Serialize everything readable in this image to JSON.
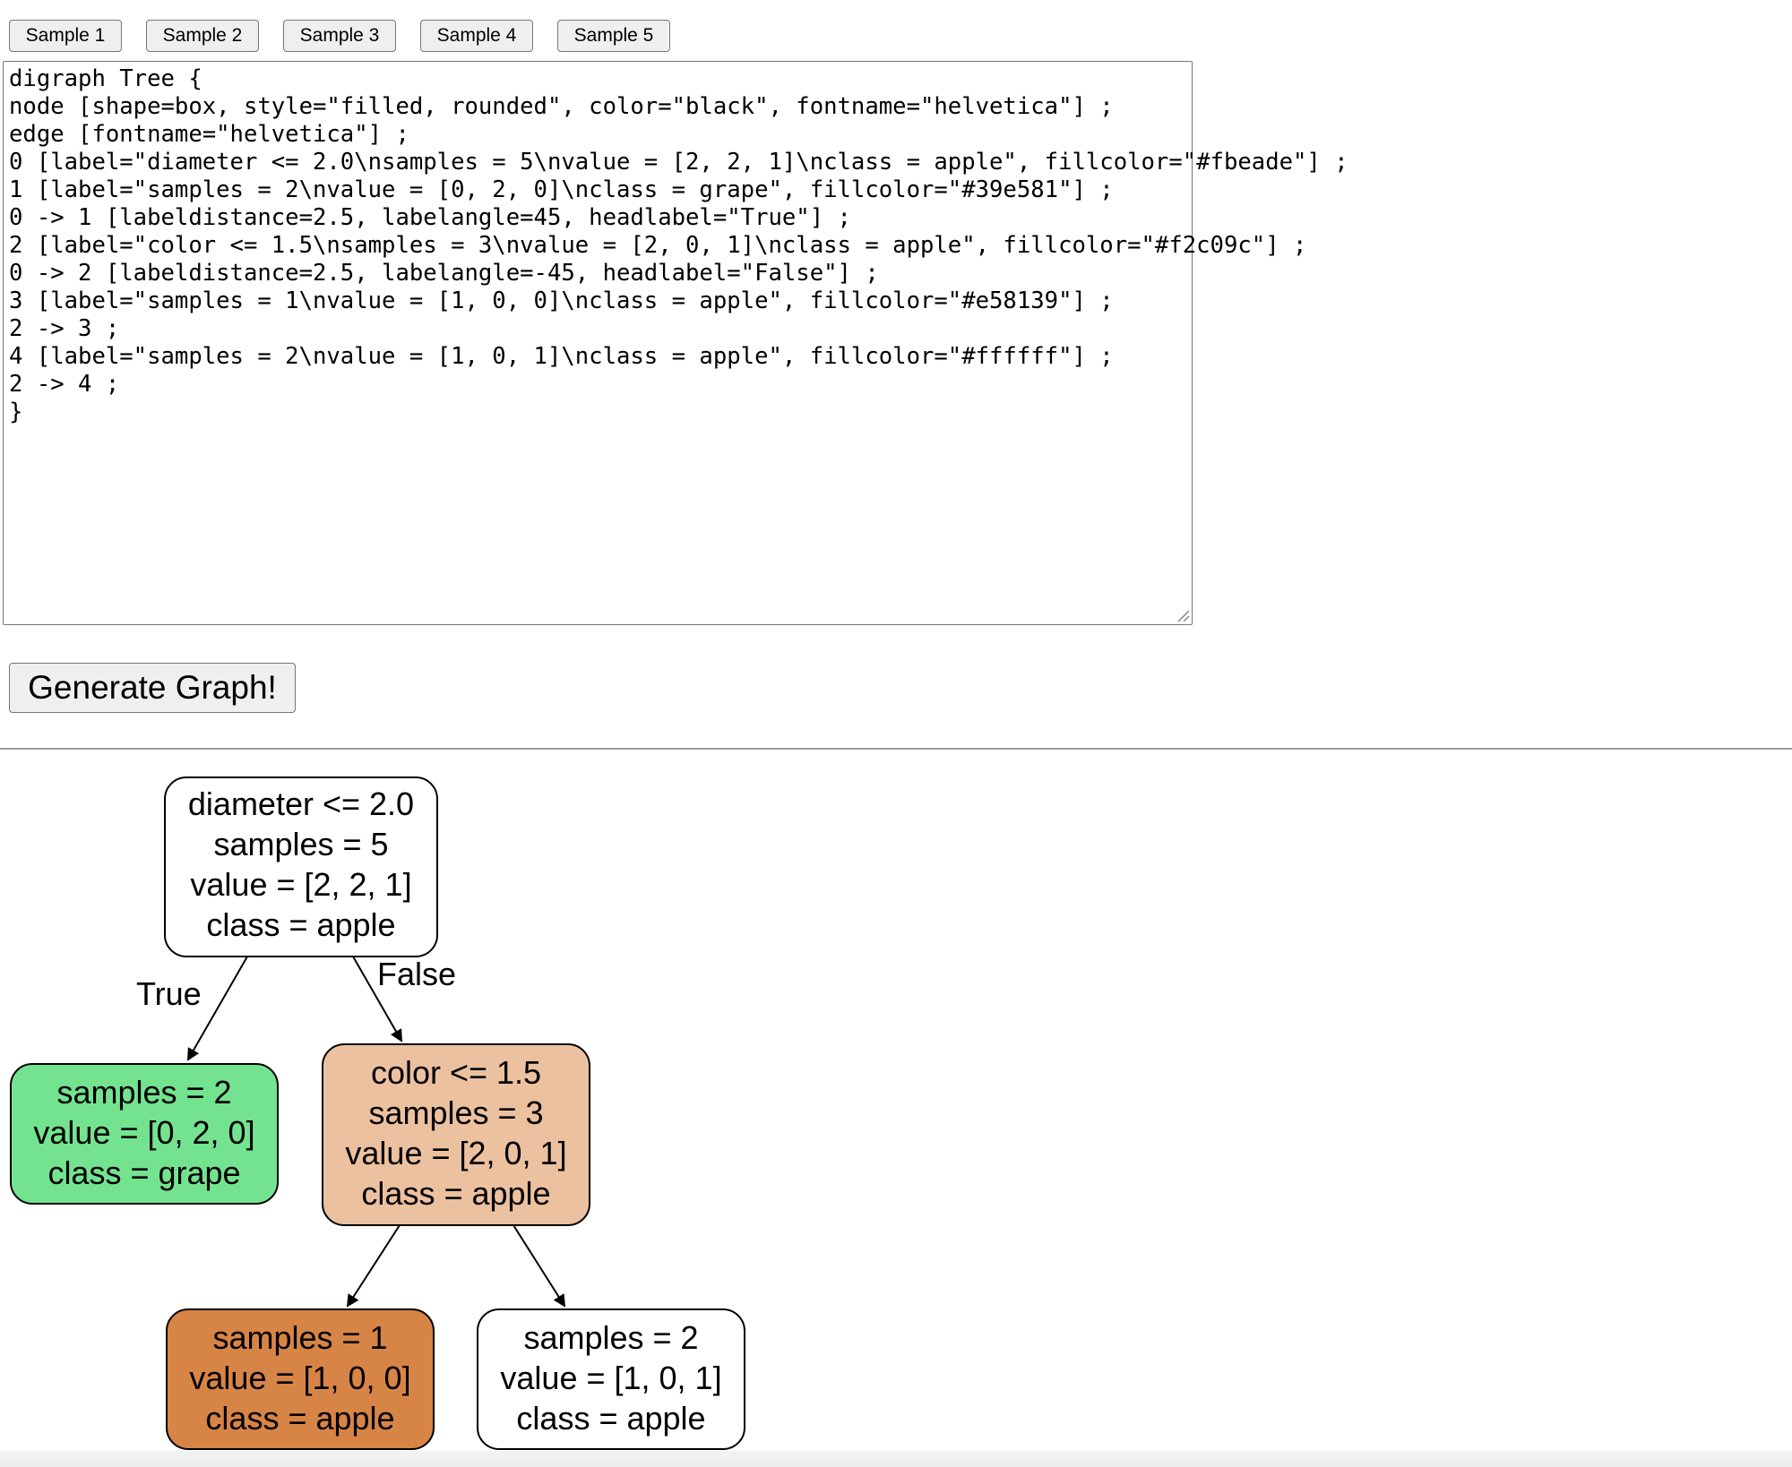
{
  "samples": [
    {
      "label": "Sample 1"
    },
    {
      "label": "Sample 2"
    },
    {
      "label": "Sample 3"
    },
    {
      "label": "Sample 4"
    },
    {
      "label": "Sample 5"
    }
  ],
  "editor": {
    "code": "digraph Tree {\nnode [shape=box, style=\"filled, rounded\", color=\"black\", fontname=\"helvetica\"] ;\nedge [fontname=\"helvetica\"] ;\n0 [label=\"diameter <= 2.0\\nsamples = 5\\nvalue = [2, 2, 1]\\nclass = apple\", fillcolor=\"#fbeade\"] ;\n1 [label=\"samples = 2\\nvalue = [0, 2, 0]\\nclass = grape\", fillcolor=\"#39e581\"] ;\n0 -> 1 [labeldistance=2.5, labelangle=45, headlabel=\"True\"] ;\n2 [label=\"color <= 1.5\\nsamples = 3\\nvalue = [2, 0, 1]\\nclass = apple\", fillcolor=\"#f2c09c\"] ;\n0 -> 2 [labeldistance=2.5, labelangle=-45, headlabel=\"False\"] ;\n3 [label=\"samples = 1\\nvalue = [1, 0, 0]\\nclass = apple\", fillcolor=\"#e58139\"] ;\n2 -> 3 ;\n4 [label=\"samples = 2\\nvalue = [1, 0, 1]\\nclass = apple\", fillcolor=\"#ffffff\"] ;\n2 -> 4 ;\n}"
  },
  "generate_label": "Generate Graph!",
  "graph": {
    "nodes": [
      {
        "id": "0",
        "lines": [
          "diameter <= 2.0",
          "samples = 5",
          "value = [2, 2, 1]",
          "class = apple"
        ],
        "fill": "#ffffff"
      },
      {
        "id": "1",
        "lines": [
          "samples = 2",
          "value = [0, 2, 0]",
          "class = grape"
        ],
        "fill": "#74e38f"
      },
      {
        "id": "2",
        "lines": [
          "color <= 1.5",
          "samples = 3",
          "value = [2, 0, 1]",
          "class = apple"
        ],
        "fill": "#ecc19f"
      },
      {
        "id": "3",
        "lines": [
          "samples = 1",
          "value = [1, 0, 0]",
          "class = apple"
        ],
        "fill": "#d78447"
      },
      {
        "id": "4",
        "lines": [
          "samples = 2",
          "value = [1, 0, 1]",
          "class = apple"
        ],
        "fill": "#ffffff"
      }
    ],
    "edges": [
      {
        "from": "0",
        "to": "1",
        "label": "True"
      },
      {
        "from": "0",
        "to": "2",
        "label": "False"
      },
      {
        "from": "2",
        "to": "3",
        "label": ""
      },
      {
        "from": "2",
        "to": "4",
        "label": ""
      }
    ]
  }
}
